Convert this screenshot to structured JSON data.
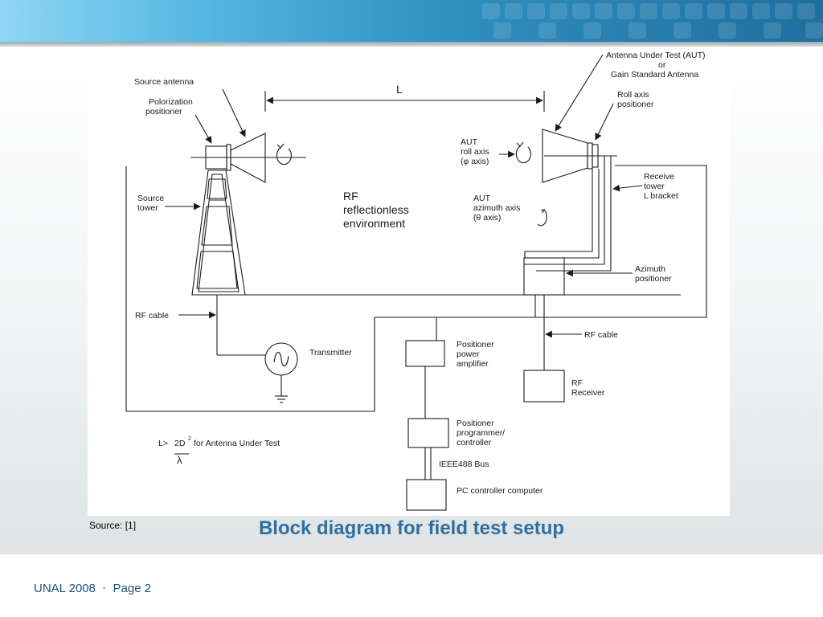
{
  "slide": {
    "source_note": "Source: [1]",
    "caption": "Block diagram for field test setup",
    "footer": {
      "left": "UNAL 2008",
      "separator": "▫",
      "right": "Page 2"
    }
  },
  "diagram": {
    "labels": {
      "source_antenna": "Source antenna",
      "polarization_1": "Polorization",
      "polarization_2": "positioner",
      "distance_L": "L",
      "aut_1": "Antenna Under Test (AUT)",
      "aut_2": "or",
      "aut_3": "Gain Standard Antenna",
      "roll_pos_1": "Roll axis",
      "roll_pos_2": "positioner",
      "aut_roll_1": "AUT",
      "aut_roll_2": "roll axis",
      "aut_roll_3": "(φ  axis)",
      "rf_env_1": "RF",
      "rf_env_2": "reflectionless",
      "rf_env_3": "environment",
      "source_tower_1": "Source",
      "source_tower_2": "tower",
      "receive_tower_1": "Receive",
      "receive_tower_2": "tower",
      "receive_tower_3": "L bracket",
      "aut_az_1": "AUT",
      "aut_az_2": "azimuth axis",
      "aut_az_3": "(θ  axis)",
      "azimuth_pos_1": "Azimuth",
      "azimuth_pos_2": "positioner",
      "rf_cable_left": "RF cable",
      "rf_cable_right": "RF cable",
      "transmitter": "Transmitter",
      "ppa_1": "Positioner",
      "ppa_2": "power",
      "ppa_3": "amplifier",
      "rf_receiver_1": "RF",
      "rf_receiver_2": "Receiver",
      "ppc_1": "Positioner",
      "ppc_2": "programmer/",
      "ppc_3": "controller",
      "ieee_bus": "IEEE488  Bus",
      "pc_controller": "PC controller computer",
      "formula_prefix": "L>",
      "formula_num": "2D",
      "formula_exp": "2",
      "formula_suffix": "for Antenna Under Test",
      "formula_den": "λ"
    }
  }
}
